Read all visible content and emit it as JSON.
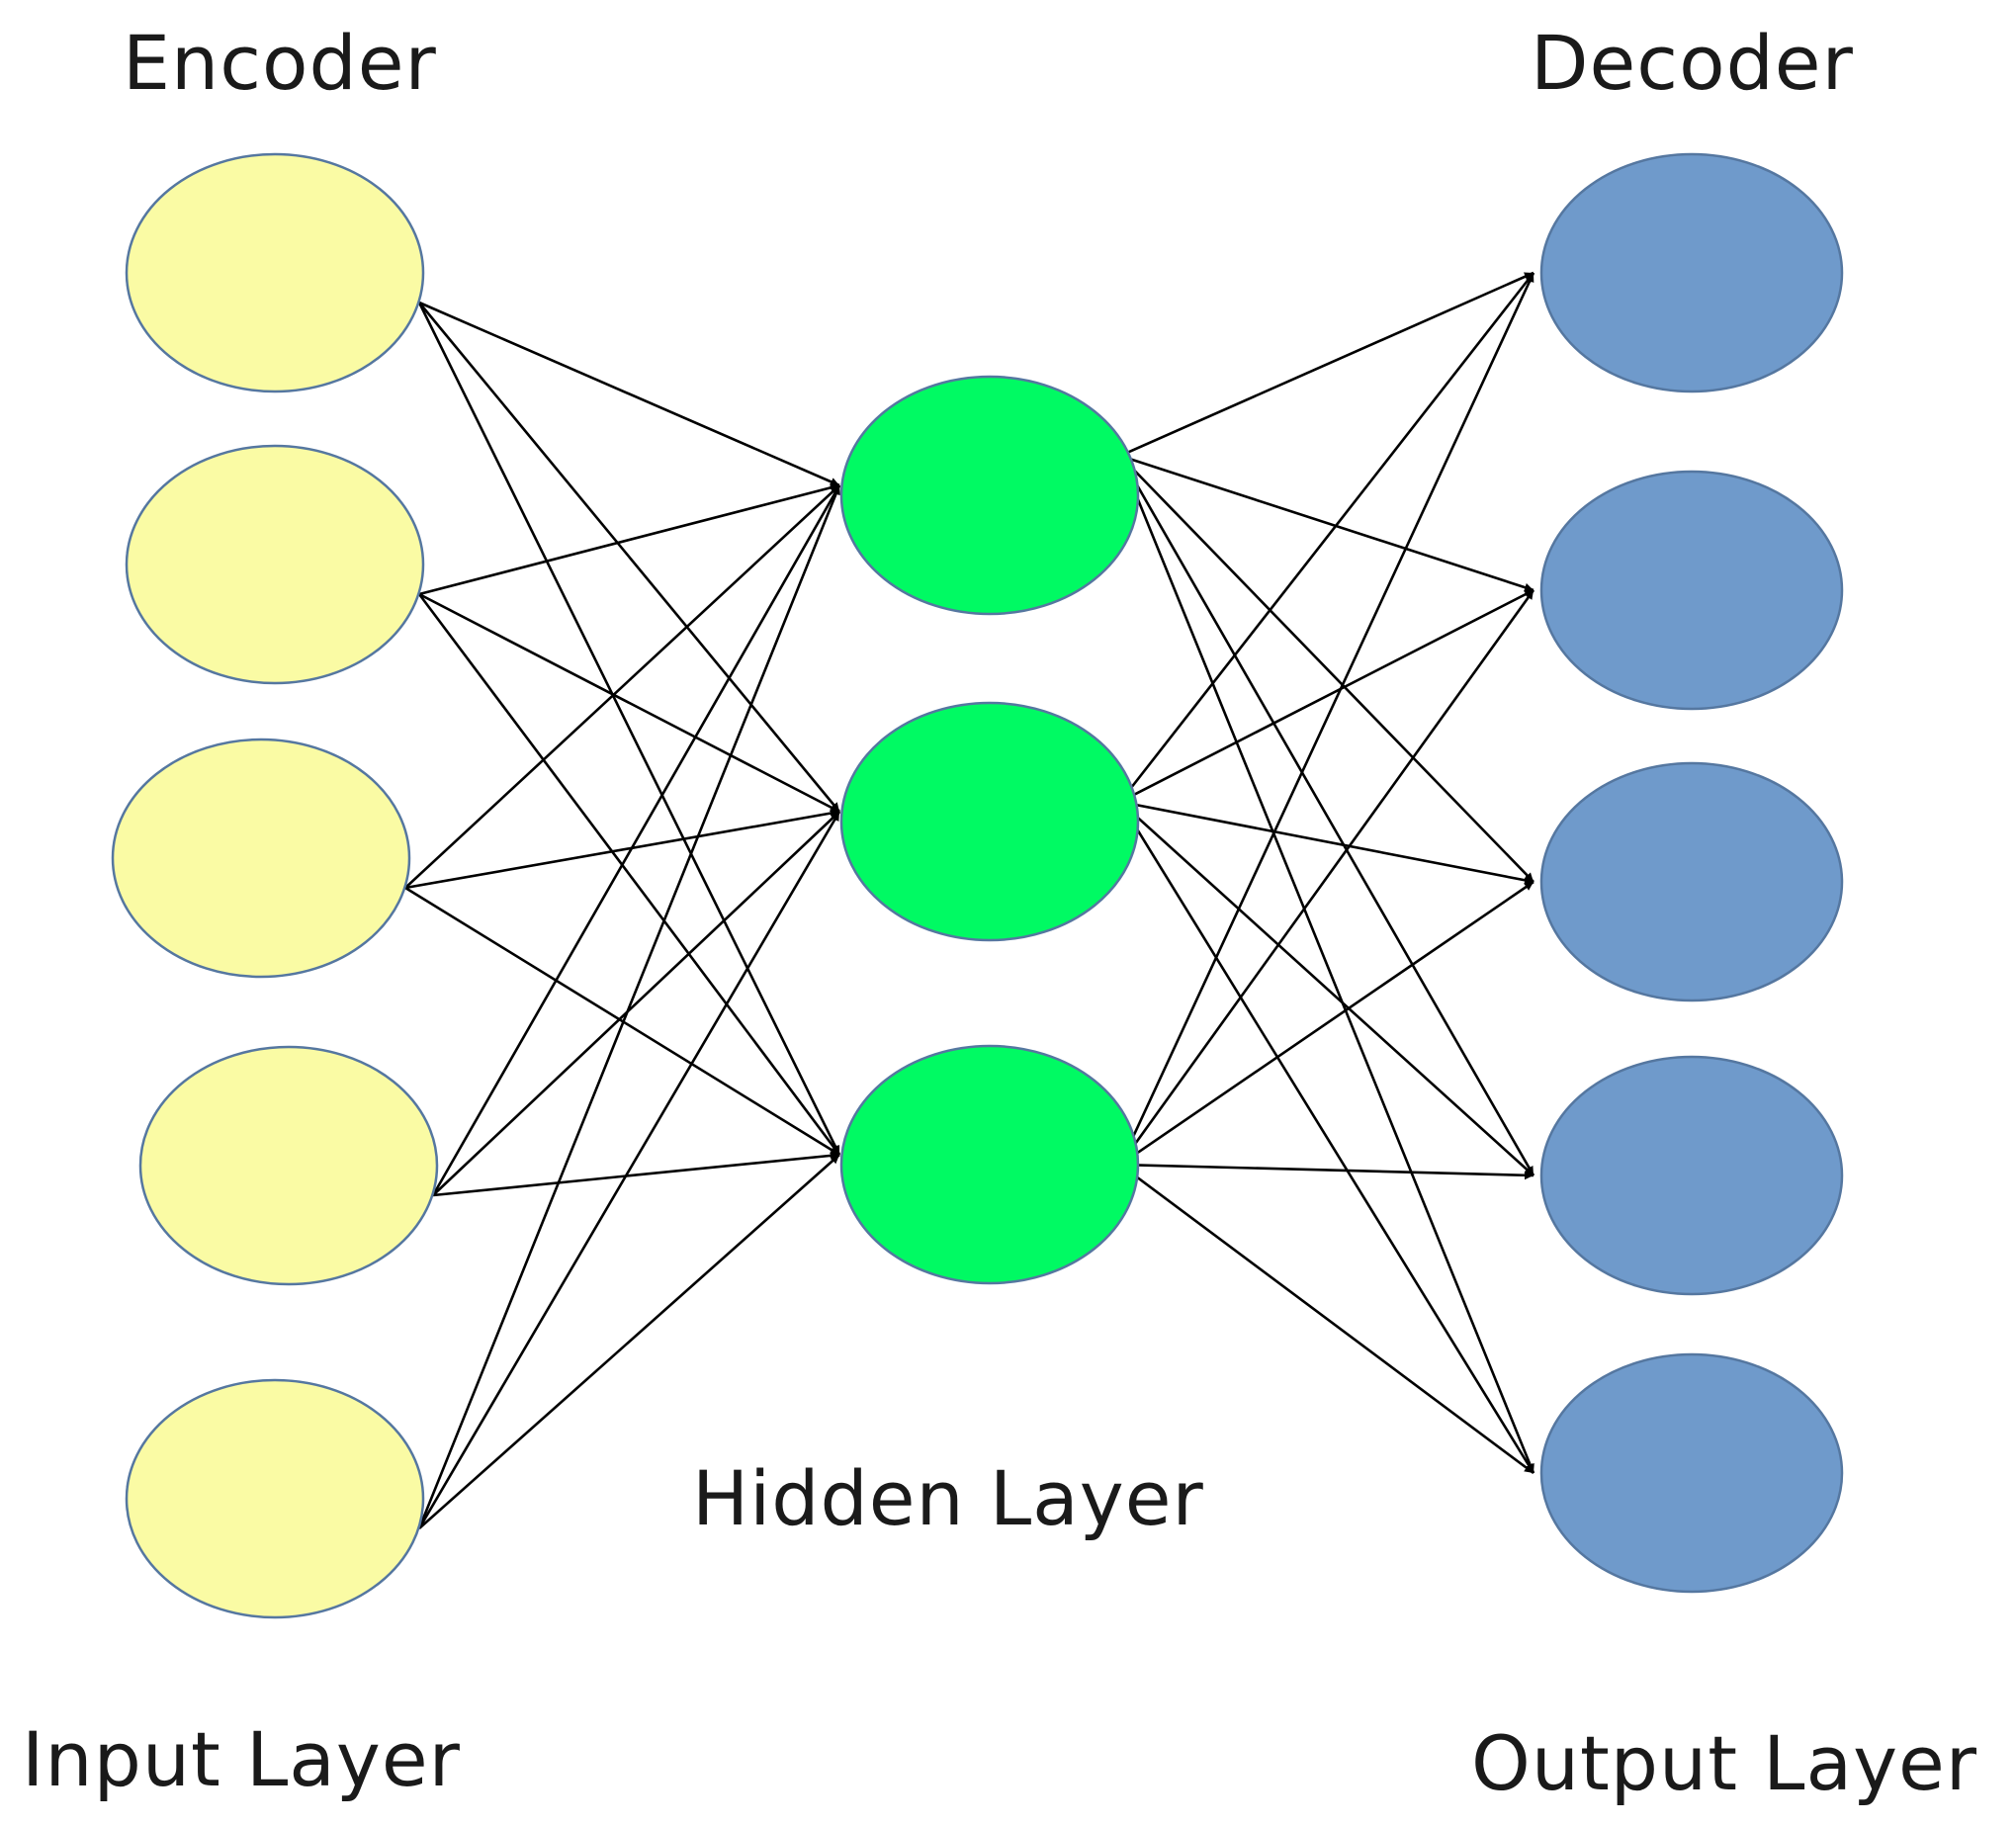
{
  "labels": {
    "encoder": "Encoder",
    "decoder": "Decoder",
    "hidden_layer": "Hidden Layer",
    "input_layer": "Input Layer",
    "output_layer": "Output Layer"
  },
  "colors": {
    "input_node_fill": "#FAFBA4",
    "hidden_node_fill": "#00FA63",
    "output_node_fill": "#6F9ACB",
    "node_stroke": "#5577A0",
    "edge": "#000000"
  },
  "layers": {
    "input": {
      "node_count": 5
    },
    "hidden": {
      "node_count": 3
    },
    "output": {
      "node_count": 5
    }
  },
  "connections": [
    {
      "from": "input",
      "to": "hidden",
      "type": "fully-connected"
    },
    {
      "from": "hidden",
      "to": "output",
      "type": "fully-connected"
    }
  ]
}
